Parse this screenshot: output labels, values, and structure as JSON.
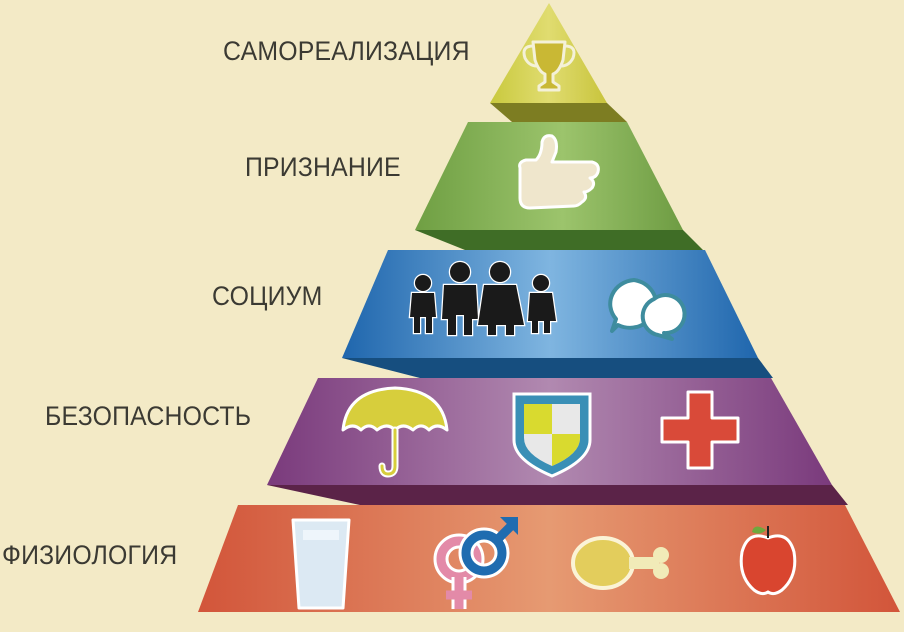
{
  "diagram": {
    "type": "pyramid",
    "title": "",
    "background": "#f3eac6",
    "levels": [
      {
        "label": "САМОРЕАЛИЗАЦИЯ",
        "color": "#d5d24f",
        "icons": [
          "trophy-icon"
        ]
      },
      {
        "label": "ПРИЗНАНИЕ",
        "color": "#86b455",
        "icons": [
          "thumbs-up-icon"
        ]
      },
      {
        "label": "СОЦИУМ",
        "color": "#2f7cc0",
        "icons": [
          "family-icon",
          "chat-bubbles-icon"
        ]
      },
      {
        "label": "БЕЗОПАСНОСТЬ",
        "color": "#8f4f8f",
        "icons": [
          "umbrella-icon",
          "shield-icon",
          "medical-cross-icon"
        ]
      },
      {
        "label": "ФИЗИОЛОГИЯ",
        "color": "#dd7b52",
        "icons": [
          "glass-of-water-icon",
          "gender-symbols-icon",
          "chicken-leg-icon",
          "apple-icon"
        ]
      }
    ]
  }
}
